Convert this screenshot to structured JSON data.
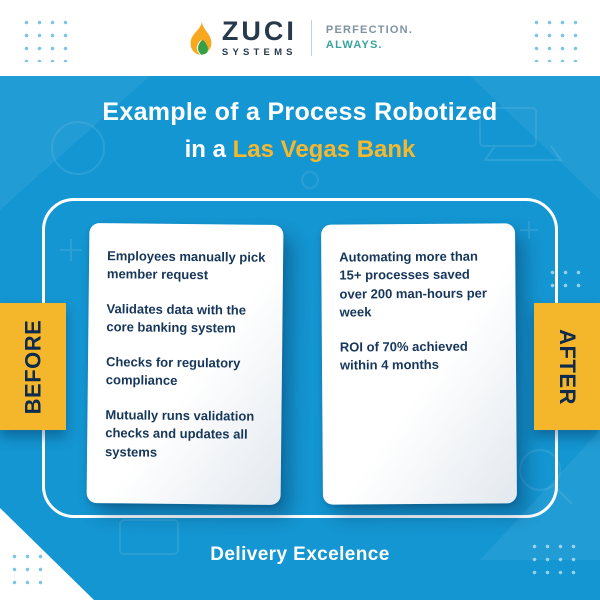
{
  "colors": {
    "background_blue": "#1496d2",
    "accent_yellow": "#f4b62a",
    "navy_text": "#0e2b4d",
    "card_text_navy": "#16365a",
    "title_highlight_yellow": "#f5b82e",
    "tagline_gray": "#7d93a2",
    "tagline_teal": "#3aa39c",
    "flame_yellow": "#f6a81e",
    "flame_green": "#35a046"
  },
  "header": {
    "brand": "ZUCI",
    "brand_sub": "SYSTEMS",
    "tagline_top": "PERFECTION.",
    "tagline_bottom": "ALWAYS."
  },
  "title": {
    "line1": "Example of a Process Robotized",
    "line2_prefix": "in a",
    "line2_highlight": "Las Vegas Bank"
  },
  "panels": {
    "before_label": "BEFORE",
    "after_label": "AFTER",
    "before_items": [
      "Employees manually pick member request",
      "Validates data with the core banking system",
      "Checks for regulatory compliance",
      "Mutually runs validation checks and updates all systems"
    ],
    "after_items": [
      "Automating more than 15+ processes saved over 200 man-hours per week",
      "ROI of 70% achieved within 4 months"
    ]
  },
  "footer": {
    "text": "Delivery Excelence"
  }
}
